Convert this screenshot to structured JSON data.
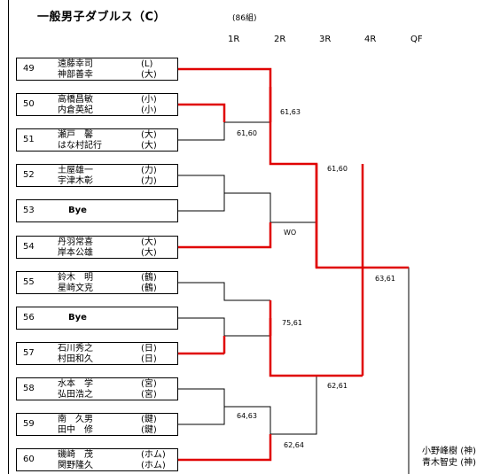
{
  "title": "一般男子ダブルス（C）",
  "groups": "(86組)",
  "rounds": [
    "1R",
    "2R",
    "3R",
    "4R",
    "QF"
  ],
  "colors": {
    "winner_line": "#e00000",
    "line": "#000000"
  },
  "entries": [
    {
      "num": "49",
      "p1": "遠藤幸司",
      "a1": "(L)",
      "p2": "神部善幸",
      "a2": "(大)"
    },
    {
      "num": "50",
      "p1": "高橋昌敏",
      "a1": "(小)",
      "p2": "内倉英紀",
      "a2": "(小)"
    },
    {
      "num": "51",
      "p1": "瀬戸　馨",
      "a1": "(大)",
      "p2": "はな村記行",
      "a2": "(大)"
    },
    {
      "num": "52",
      "p1": "土屋雄一",
      "a1": "(力)",
      "p2": "宇津木彰",
      "a2": "(力)"
    },
    {
      "num": "53",
      "bye": "Bye"
    },
    {
      "num": "54",
      "p1": "丹羽常喜",
      "a1": "(大)",
      "p2": "岸本公雄",
      "a2": "(大)"
    },
    {
      "num": "55",
      "p1": "鈴木　明",
      "a1": "(鶴)",
      "p2": "星崎文克",
      "a2": "(鶴)"
    },
    {
      "num": "56",
      "bye": "Bye"
    },
    {
      "num": "57",
      "p1": "石川秀之",
      "a1": "(日)",
      "p2": "村田和久",
      "a2": "(日)"
    },
    {
      "num": "58",
      "p1": "水本　学",
      "a1": "(宮)",
      "p2": "弘田浩之",
      "a2": "(宮)"
    },
    {
      "num": "59",
      "p1": "南　久男",
      "a1": "(鍵)",
      "p2": "田中　修",
      "a2": "(鍵)"
    },
    {
      "num": "60",
      "p1": "磯崎　茂",
      "a1": "(ホム)",
      "p2": "関野隆久",
      "a2": "(ホム)"
    }
  ],
  "scores": [
    "61,63",
    "61,60",
    "61,60",
    "WO",
    "63,61",
    "75,61",
    "62,61",
    "64,63",
    "62,64"
  ],
  "champion": [
    {
      "name": "小野峰樹",
      "aff": "(神)"
    },
    {
      "name": "青木智史",
      "aff": "(神)"
    }
  ]
}
